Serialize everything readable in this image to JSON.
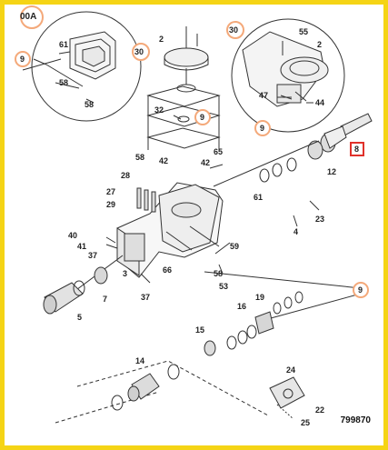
{
  "colors": {
    "frame_border": "#f5d415",
    "callout_circle": "#f4a97a",
    "highlight_box": "#e0312a",
    "line": "#333333"
  },
  "sheet": {
    "section_badge": "00A",
    "drawing_number": "799870"
  },
  "callouts": {
    "p2_top": "2",
    "p30_left": "30",
    "p30_right": "30",
    "p9_left": "9",
    "p61_top": "61",
    "p58_a": "58",
    "p58_b": "58",
    "p55": "55",
    "p2_right": "2",
    "p9_right": "9",
    "p47": "47",
    "p44": "44",
    "p32": "32",
    "p9_mid": "9",
    "p8": "8",
    "p12": "12",
    "p65": "65",
    "p42_a": "42",
    "p42_b": "42",
    "p58_c": "58",
    "p28": "28",
    "p27": "27",
    "p29": "29",
    "p61_mid": "61",
    "p23": "23",
    "p40": "40",
    "p41": "41",
    "p37_a": "37",
    "p4": "4",
    "p59": "59",
    "p66": "66",
    "p3": "3",
    "p58_d": "58",
    "p53": "53",
    "p37_b": "37",
    "p7": "7",
    "p5": "5",
    "p9_bottom": "9",
    "p16": "16",
    "p19": "19",
    "p15": "15",
    "p14": "14",
    "p24": "24",
    "p22": "22",
    "p25": "25"
  }
}
